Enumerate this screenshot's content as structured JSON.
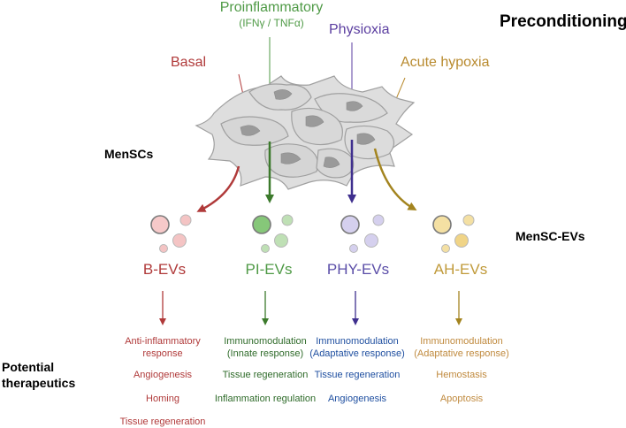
{
  "titles": {
    "preconditioning": "Preconditioning",
    "mensc": "MenSCs",
    "mensc_evs": "MenSC-EVs",
    "potential_line1": "Potential",
    "potential_line2": "therapeutics"
  },
  "conditions": {
    "basal": {
      "label": "Basal",
      "color": "#b03a3a"
    },
    "proinflammatory": {
      "label": "Proinflammatory",
      "sublabel": "(IFNγ / TNFα)",
      "color": "#4f9a46"
    },
    "physioxia": {
      "label": "Physioxia",
      "color": "#5b3ea0"
    },
    "acute_hypoxia": {
      "label": "Acute hypoxia",
      "color": "#b88a2e"
    }
  },
  "evs": {
    "b": "B-EVs",
    "pi": "PI-EVs",
    "phy": "PHY-EVs",
    "ah": "AH-EVs"
  },
  "therapeutics": {
    "b": [
      "Anti-inflammatory response",
      "Angiogenesis",
      "Homing",
      "Tissue regeneration"
    ],
    "pi": [
      "Immunomodulation (Innate response)",
      "Tissue regeneration",
      "Inflammation regulation"
    ],
    "phy": [
      "Immunomodulation (Adaptative response)",
      "Tissue regeneration",
      "Angiogenesis"
    ],
    "ah": [
      "Immunomodulation (Adaptative response)",
      "Hemostasis",
      "Apoptosis"
    ]
  }
}
